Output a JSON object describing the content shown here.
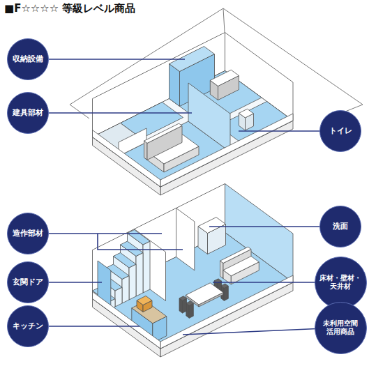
{
  "diagram": {
    "title": "■F☆☆☆☆ 等級レベル商品",
    "nodes": [
      {
        "text": [
          "収納設備"
        ]
      },
      {
        "text": [
          "建具部材"
        ]
      },
      {
        "text": [
          "トイレ"
        ]
      },
      {
        "text": [
          "造作部材"
        ]
      },
      {
        "text": [
          "洗面"
        ]
      },
      {
        "text": [
          "玄関ドア"
        ]
      },
      {
        "text": [
          "床材・壁材・ 天井材"
        ]
      },
      {
        "text": [
          "キッチン"
        ]
      },
      {
        "text": [
          "未利用空間 活用商品"
        ]
      }
    ]
  }
}
